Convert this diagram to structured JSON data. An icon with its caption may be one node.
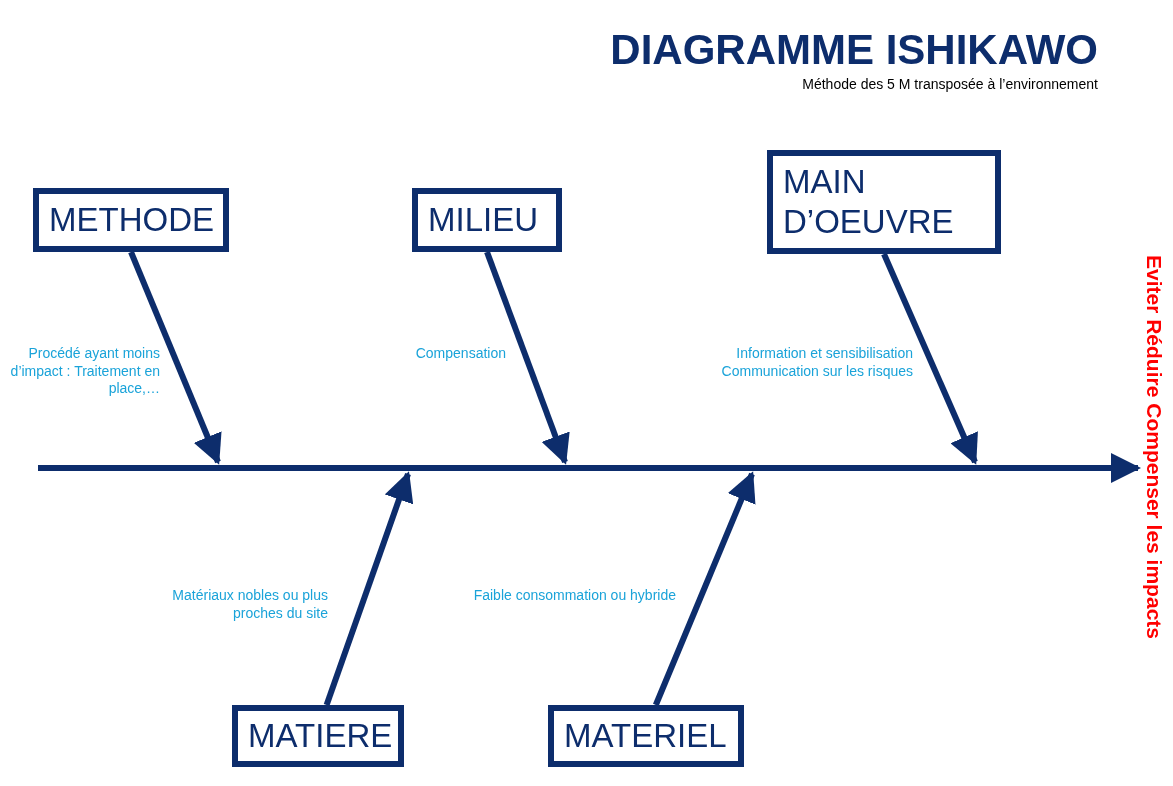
{
  "diagram": {
    "title": "DIAGRAMME ISHIKAWO",
    "nodes": [
      {
        "text": [
          "METHODE"
        ]
      },
      {
        "text": [
          "MILIEU"
        ]
      },
      {
        "text": [
          "MAIN D’OEUVRE"
        ]
      },
      {
        "text": [
          "MATIERE"
        ]
      },
      {
        "text": [
          "MATERIEL"
        ]
      },
      {
        "text": [
          "Eviter Réduire Compenser les impacts"
        ]
      }
    ],
    "edges": [
      {
        "from": 0,
        "to": null,
        "arrow": "to"
      },
      {
        "from": 1,
        "to": null,
        "arrow": "to"
      },
      {
        "from": 2,
        "to": null,
        "arrow": "to"
      },
      {
        "from": 3,
        "to": null,
        "arrow": "to"
      },
      {
        "from": 4,
        "to": null,
        "arrow": "to"
      },
      {
        "from": null,
        "to": 5,
        "arrow": "to"
      }
    ],
    "labels": [
      "Méthode des 5 M transposée à l’environnement",
      "Procédé ayant moins d’impact : Traitement en place,…",
      "Compensation",
      "Information et sensibilisation Communication sur les risques",
      "Matériaux nobles ou plus proches du site",
      "Faible consommation ou hybride"
    ]
  }
}
